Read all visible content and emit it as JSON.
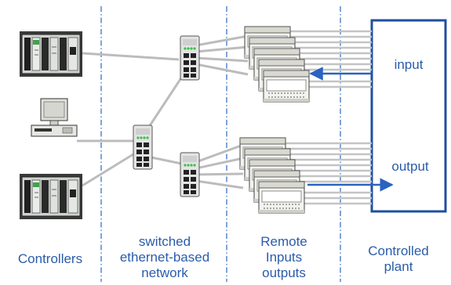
{
  "labels": {
    "controllers": "Controllers",
    "network": [
      "switched",
      "ethernet-based",
      "network"
    ],
    "remote_io": [
      "Remote",
      "Inputs",
      "outputs"
    ],
    "plant": [
      "Controlled",
      "plant"
    ],
    "input": "input",
    "output": "output"
  },
  "colors": {
    "label_text": "#2a5caa",
    "divider": "#3b73c4",
    "plant_box": "#1f4fa0",
    "arrow": "#2a63c0",
    "cable": "#bcbcbc",
    "device_dark": "#2b2b2b",
    "switch_body": "#e4e4e4",
    "switch_leds": "#39c24a"
  },
  "icons": [
    "plc-controller-icon",
    "pc-workstation-icon",
    "ethernet-switch-icon",
    "remote-io-module-icon"
  ]
}
